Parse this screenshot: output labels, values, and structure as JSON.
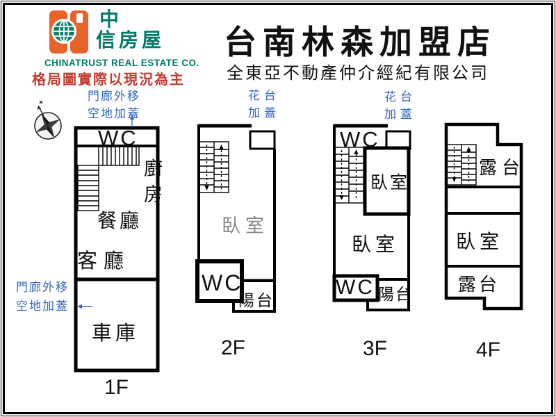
{
  "brand": {
    "logo_text_line1": "中",
    "logo_text_line2": "信房屋",
    "company_en": "CHINATRUST REAL ESTATE CO.",
    "disclaimer": "格局圖實際以現況為主"
  },
  "header": {
    "title": "台南林森加盟店",
    "subtitle": "全東亞不動產仲介經紀有限公司"
  },
  "colors": {
    "brand_orange": "#E8632C",
    "brand_teal": "#007A68",
    "disclaimer_red": "#C23B2E",
    "annotation_blue": "#3568BE",
    "wall_black": "#000000",
    "faded_room_gray": "#8A8A8A"
  },
  "annotations": {
    "f1_top_line1": "門廊外移",
    "f1_top_line2": "空地加蓋",
    "f1_left_line1": "門廊外移",
    "f1_left_line2": "空地加蓋",
    "f2_top_line1": "花台",
    "f2_top_line2": "加蓋",
    "f3_top_line1": "花台",
    "f3_top_line2": "加蓋"
  },
  "floor1": {
    "label": "1F",
    "wc": "WC",
    "kitchen": "廚房",
    "dining": "餐廳",
    "living": "客廳",
    "garage": "車庫"
  },
  "floor2": {
    "label": "2F",
    "bedroom": "臥室",
    "wc": "WC",
    "balcony": "陽台"
  },
  "floor3": {
    "label": "3F",
    "wc_top": "WC",
    "bedroom_top": "臥室",
    "bedroom_main": "臥室",
    "wc_bottom": "WC",
    "balcony": "陽台"
  },
  "floor4": {
    "label": "4F",
    "terrace_top": "露台",
    "bedroom": "臥室",
    "terrace_bottom": "露台"
  }
}
